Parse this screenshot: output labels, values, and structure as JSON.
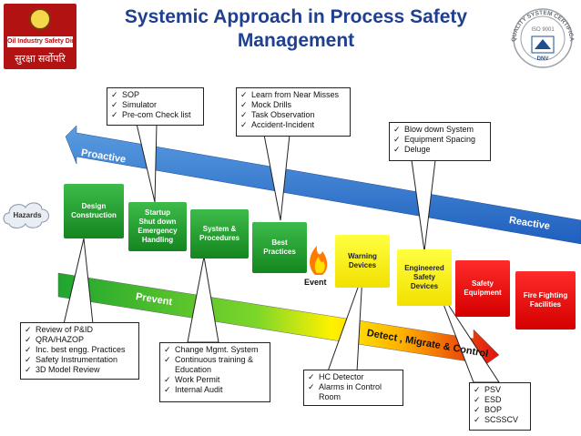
{
  "title": {
    "line1": "Systemic Approach in Process Safety",
    "line2": "Management"
  },
  "logo_left": {
    "band_text": "Oil Industry Safety Directorate",
    "script_text": "सुरक्षा सर्वोपरि"
  },
  "logo_right": {
    "ring_text": "QUALITY SYSTEM CERTIFICATION",
    "sub_text": "ISO 9001",
    "mark": "DNV"
  },
  "hazards": "Hazards",
  "event": "Event",
  "arrows": {
    "proactive": "Proactive",
    "reactive": "Reactive",
    "prevent": "Prevent",
    "detect": "Detect , Migrate & Control"
  },
  "boxes": [
    {
      "lines": [
        "Design",
        "Construction"
      ]
    },
    {
      "lines": [
        "Startup",
        "Shut down",
        "Emergency",
        "Handling"
      ]
    },
    {
      "lines": [
        "System &",
        "Procedures"
      ]
    },
    {
      "lines": [
        "Best",
        "Practices"
      ]
    },
    {
      "lines": [
        "Warning",
        "Devices"
      ]
    },
    {
      "lines": [
        "Engineered",
        "Safety",
        "Devices"
      ]
    },
    {
      "lines": [
        "Safety",
        "Equipment"
      ]
    },
    {
      "lines": [
        "Fire Fighting",
        "Facilities"
      ]
    }
  ],
  "callouts": {
    "top1": [
      "SOP",
      "Simulator",
      "Pre-com Check list"
    ],
    "top2": [
      "Learn from Near Misses",
      "Mock Drills",
      "Task Observation",
      "Accident-Incident"
    ],
    "top3": [
      "Blow down System",
      "Equipment Spacing",
      "Deluge"
    ],
    "bottom1": [
      "Review of P&ID",
      "QRA/HAZOP",
      "Inc. best engg. Practices",
      "Safety Instrumentation",
      "3D Model Review"
    ],
    "bottom2": [
      "Change Mgmt. System",
      "Continuous training &",
      "Education",
      "Work Permit",
      "Internal Audit"
    ],
    "bottom3": [
      "HC Detector",
      "Alarms in Control",
      "Room"
    ],
    "bottom4": [
      "PSV",
      "ESD",
      "BOP",
      "SCSSCV"
    ]
  },
  "check_glyph": "✓",
  "colors": {
    "title": "#1f3f8f",
    "arrow_blue": "#1f5fbf",
    "green_box": "#15861f",
    "yellow_box": "#f2e000",
    "red_box": "#d40000"
  }
}
